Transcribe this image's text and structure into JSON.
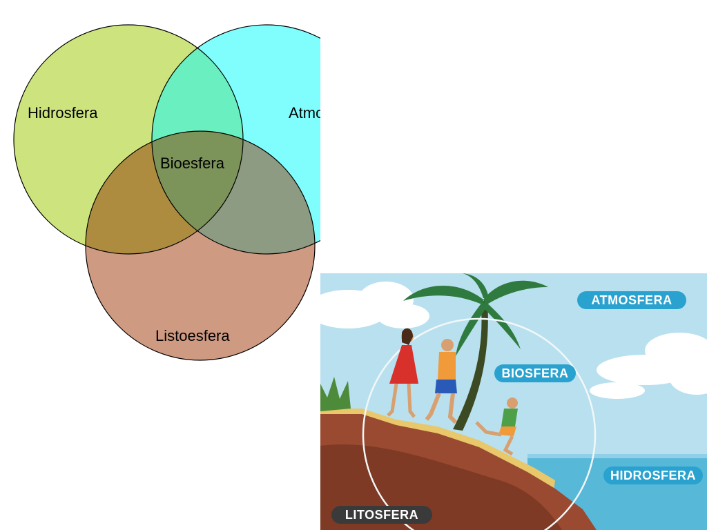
{
  "venn": {
    "hydrosphere_label": "Hidrosfera",
    "atmosphere_label": "Atmosfera",
    "biosphere_label": "Bioesfera",
    "lithosphere_label": "Listoesfera",
    "colors": {
      "hydrosphere": "#cde47e",
      "atmosphere": "#80fefe",
      "lithosphere": "#cf9a82",
      "hydro_atmo": "#6af0c0",
      "hydro_litho": "#ad8c40",
      "atmo_litho": "#8d9b82",
      "center": "#7c935a"
    }
  },
  "scene": {
    "atmosphere_badge": "ATMOSFERA",
    "biosphere_badge": "BIOSFERA",
    "hydrosphere_badge": "HIDROSFERA",
    "lithosphere_badge": "LITOSFERA",
    "colors": {
      "sky": "#b9e0ef",
      "sea": "#58b8d8",
      "earth": "#9a4a30",
      "sand": "#e8c86a",
      "badge": "#2aa2cf",
      "badge_dark": "#3a3a3a"
    }
  }
}
